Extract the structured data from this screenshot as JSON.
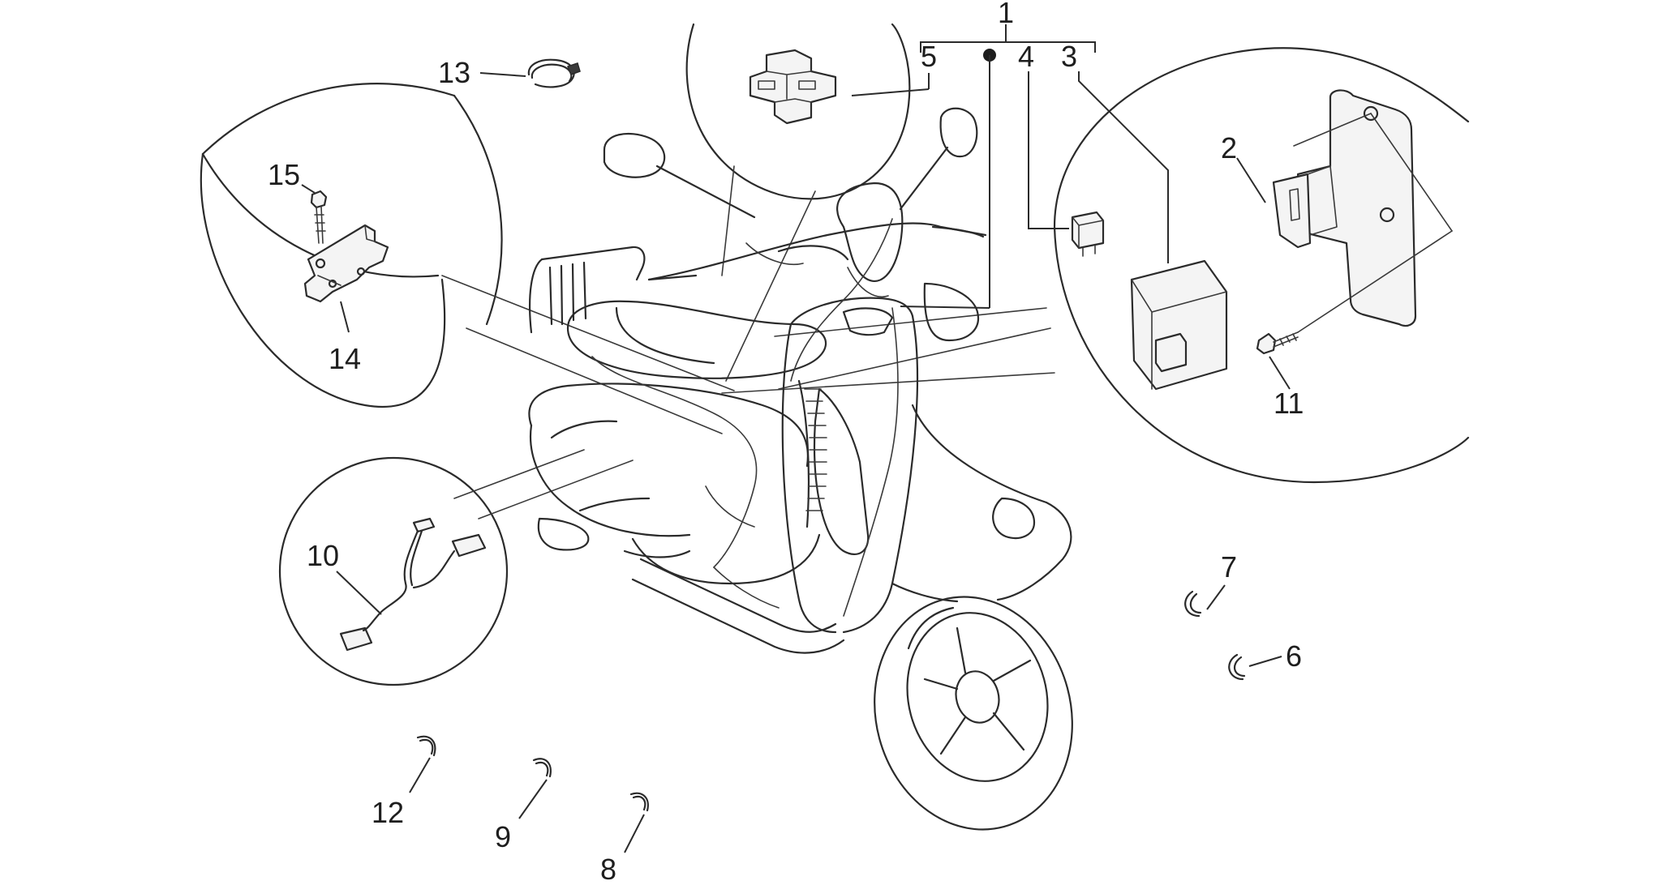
{
  "callouts": [
    {
      "id": "1",
      "text": "1"
    },
    {
      "id": "2",
      "text": "2"
    },
    {
      "id": "3",
      "text": "3"
    },
    {
      "id": "4",
      "text": "4"
    },
    {
      "id": "5",
      "text": "5"
    },
    {
      "id": "6",
      "text": "6"
    },
    {
      "id": "7",
      "text": "7"
    },
    {
      "id": "8",
      "text": "8"
    },
    {
      "id": "9",
      "text": "9"
    },
    {
      "id": "10",
      "text": "10"
    },
    {
      "id": "11",
      "text": "11"
    },
    {
      "id": "12",
      "text": "12"
    },
    {
      "id": "13",
      "text": "13"
    },
    {
      "id": "14",
      "text": "14"
    },
    {
      "id": "15",
      "text": "15"
    }
  ],
  "colors": {
    "line": "#2b2b2b",
    "background": "#ffffff"
  }
}
